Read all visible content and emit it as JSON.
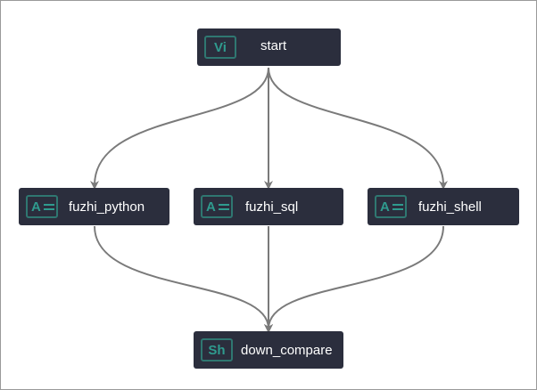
{
  "diagram": {
    "nodes": [
      {
        "id": "start",
        "badge": "Vi",
        "label": "start",
        "badge_type": "text"
      },
      {
        "id": "fuzhi_python",
        "badge": "A",
        "label": "fuzhi_python",
        "badge_type": "assign-icon"
      },
      {
        "id": "fuzhi_sql",
        "badge": "A",
        "label": "fuzhi_sql",
        "badge_type": "assign-icon"
      },
      {
        "id": "fuzhi_shell",
        "badge": "A",
        "label": "fuzhi_shell",
        "badge_type": "assign-icon"
      },
      {
        "id": "down_compare",
        "badge": "Sh",
        "label": "down_compare",
        "badge_type": "text"
      }
    ],
    "edges": [
      {
        "from": "start",
        "to": "fuzhi_python"
      },
      {
        "from": "start",
        "to": "fuzhi_sql"
      },
      {
        "from": "start",
        "to": "fuzhi_shell"
      },
      {
        "from": "fuzhi_python",
        "to": "down_compare"
      },
      {
        "from": "fuzhi_sql",
        "to": "down_compare"
      },
      {
        "from": "fuzhi_shell",
        "to": "down_compare"
      }
    ],
    "colors": {
      "node_bg": "#2b2e3d",
      "badge_border": "#2f7771",
      "badge_text": "#2f9b8e",
      "label_text": "#ffffff",
      "edge": "#7a7a7a"
    }
  }
}
